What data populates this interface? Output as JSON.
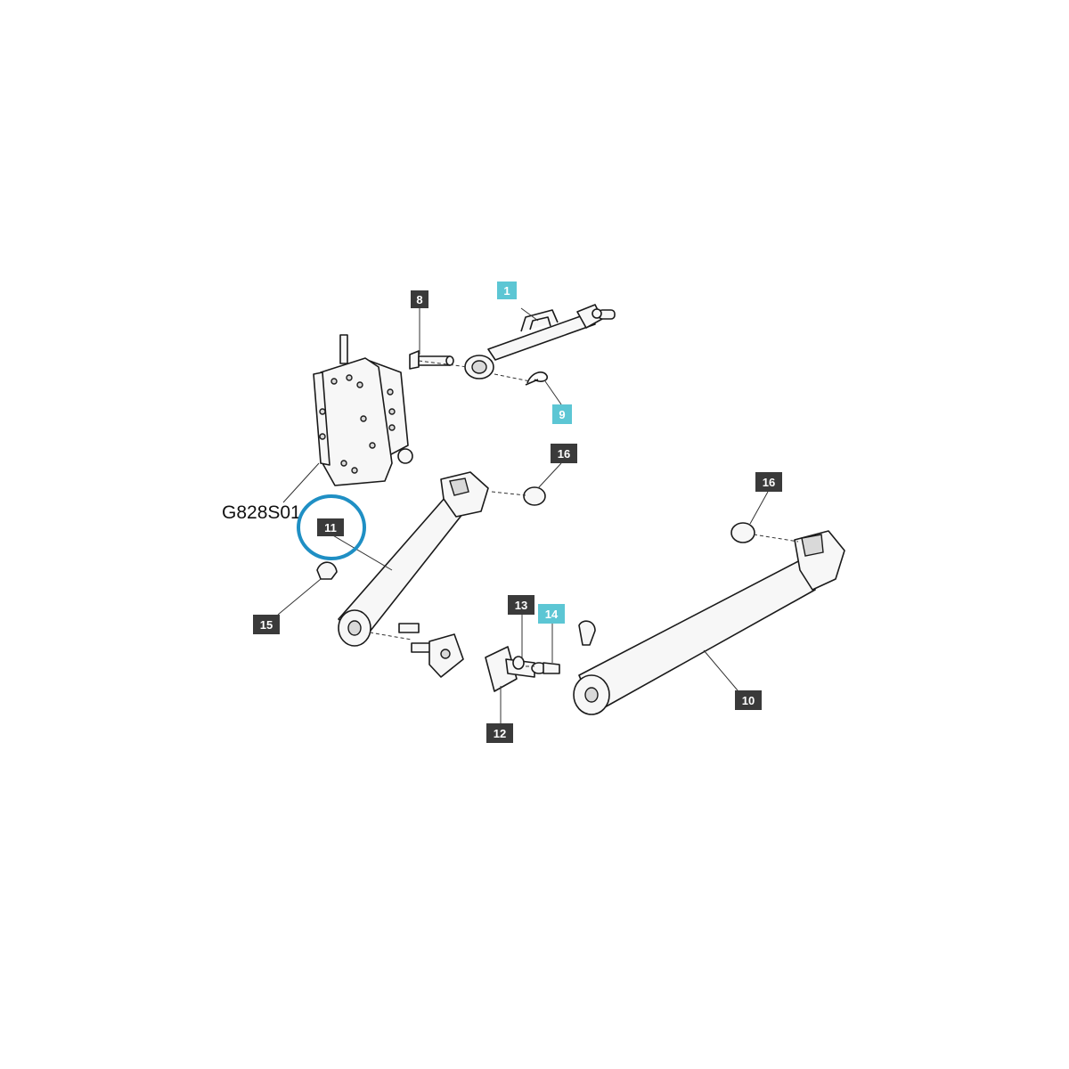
{
  "diagram": {
    "code": "G828S01",
    "callouts": [
      {
        "id": "c1",
        "label": "1",
        "style": "highlight"
      },
      {
        "id": "c8",
        "label": "8",
        "style": "dark"
      },
      {
        "id": "c9",
        "label": "9",
        "style": "highlight"
      },
      {
        "id": "c16a",
        "label": "16",
        "style": "dark"
      },
      {
        "id": "c16b",
        "label": "16",
        "style": "dark"
      },
      {
        "id": "c11",
        "label": "11",
        "style": "dark"
      },
      {
        "id": "c15",
        "label": "15",
        "style": "dark"
      },
      {
        "id": "c13",
        "label": "13",
        "style": "dark"
      },
      {
        "id": "c14",
        "label": "14",
        "style": "highlight"
      },
      {
        "id": "c12",
        "label": "12",
        "style": "dark"
      },
      {
        "id": "c10",
        "label": "10",
        "style": "dark"
      }
    ],
    "selected_callout": "11"
  },
  "colors": {
    "dark_badge": "#3a3a3a",
    "highlight_badge": "#5cc6d4",
    "badge_text": "#ffffff",
    "selection_ring": "#1f8fc4"
  },
  "icons": {
    "selection": "circle-highlight-icon"
  }
}
